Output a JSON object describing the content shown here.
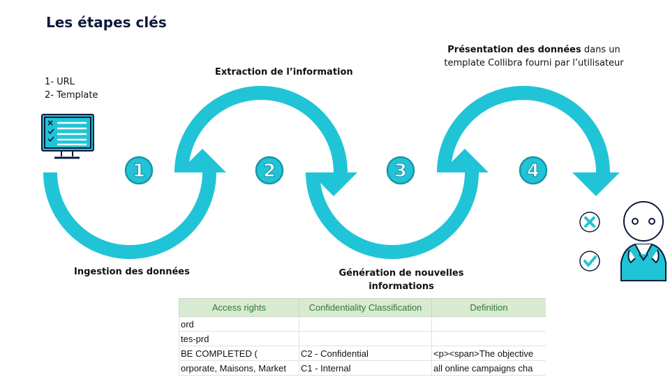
{
  "title": "Les étapes clés",
  "labels": {
    "input_1": "1- URL",
    "input_2": "2- Template",
    "extraction": "Extraction de l’information",
    "presentation_bold": "Présentation des données",
    "presentation_rest": " dans un template Collibra fourni par l’utilisateur",
    "ingestion": "Ingestion des données",
    "generation": "Génération de nouvelles informations"
  },
  "steps": [
    "1",
    "2",
    "3",
    "4"
  ],
  "colors": {
    "arrow": "#20c4d6",
    "outline": "#1a96a8",
    "dark": "#0b1a3a",
    "sheet_header": "#d9ead3"
  },
  "icons": [
    "monitor-icon",
    "close-circle-icon",
    "check-circle-icon",
    "user-icon"
  ],
  "sheet": {
    "headers": [
      "Access rights",
      "Confidentiality Classification",
      "Definition"
    ],
    "rows": [
      [
        "ord",
        "",
        ""
      ],
      [
        "tes-prd",
        "",
        ""
      ],
      [
        ") BE COMPLETED",
        "C2 - Confidential",
        "<p><span>The objective"
      ],
      [
        "orporate, Maisons, Market",
        "C1 - Internal",
        "all online campaigns cha"
      ]
    ]
  }
}
